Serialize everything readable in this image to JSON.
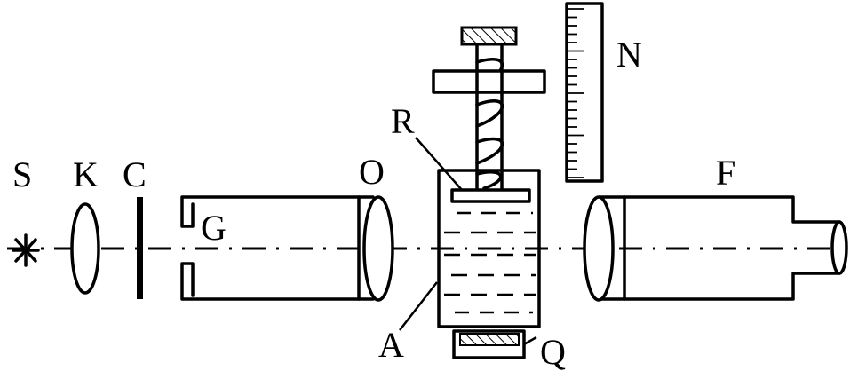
{
  "labels": {
    "S": "S",
    "K": "K",
    "C": "C",
    "G": "G",
    "O": "O",
    "R": "R",
    "N": "N",
    "F": "F",
    "A": "A",
    "Q": "Q"
  },
  "icons": {
    "source": "asterisk-icon"
  }
}
